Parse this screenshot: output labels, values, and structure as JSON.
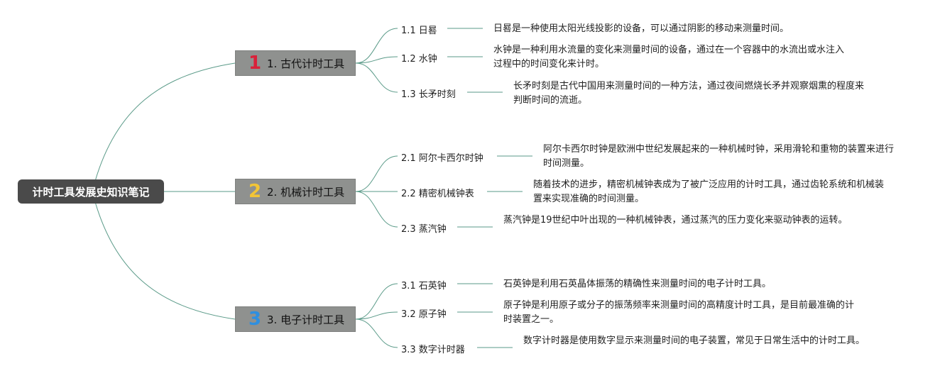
{
  "root": {
    "label": "计时工具发展史知识笔记"
  },
  "colors": {
    "link": "#5a9a88",
    "branch_bg": "#8f918f",
    "root_bg": "#4a4a4a"
  },
  "branches": [
    {
      "badge": "1",
      "badge_color": "#d9223a",
      "label": "1. 古代计时工具",
      "items": [
        {
          "label": "1.1 日晷",
          "desc": "日晷是一种使用太阳光线投影的设备，可以通过阴影的移动来测量时间。"
        },
        {
          "label": "1.2 水钟",
          "desc": "水钟是一种利用水流量的变化来测量时间的设备，通过在一个容器中的水流出或水注入过程中的时间变化来计时。"
        },
        {
          "label": "1.3 长矛时刻",
          "desc": "长矛时刻是古代中国用来测量时间的一种方法，通过夜间燃烧长矛并观察烟熏的程度来判断时间的流逝。"
        }
      ]
    },
    {
      "badge": "2",
      "badge_color": "#f2c536",
      "label": "2. 机械计时工具",
      "items": [
        {
          "label": "2.1 阿尔卡西尔时钟",
          "desc": "阿尔卡西尔时钟是欧洲中世纪发展起来的一种机械时钟，采用滑轮和重物的装置来进行时间测量。"
        },
        {
          "label": "2.2 精密机械钟表",
          "desc": "随着技术的进步，精密机械钟表成为了被广泛应用的计时工具，通过齿轮系统和机械装置来实现准确的时间测量。"
        },
        {
          "label": "2.3 蒸汽钟",
          "desc": "蒸汽钟是19世纪中叶出现的一种机械钟表，通过蒸汽的压力变化来驱动钟表的运转。"
        }
      ]
    },
    {
      "badge": "3",
      "badge_color": "#2e8fe0",
      "label": "3. 电子计时工具",
      "items": [
        {
          "label": "3.1 石英钟",
          "desc": "石英钟是利用石英晶体振荡的精确性来测量时间的电子计时工具。"
        },
        {
          "label": "3.2 原子钟",
          "desc": "原子钟是利用原子或分子的振荡频率来测量时间的高精度计时工具，是目前最准确的计时装置之一。"
        },
        {
          "label": "3.3 数字计时器",
          "desc": "数字计时器是使用数字显示来测量时间的电子装置，常见于日常生活中的计时工具。"
        }
      ]
    }
  ]
}
